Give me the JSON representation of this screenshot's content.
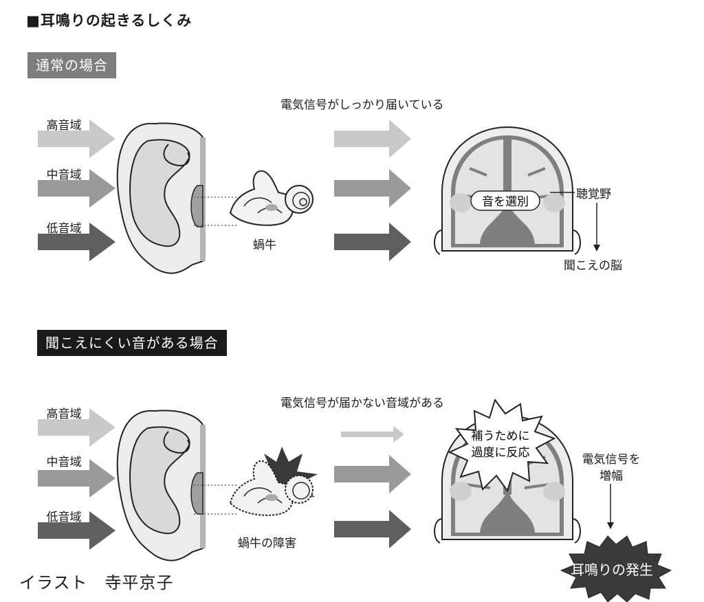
{
  "title": "■耳鳴りの起きるしくみ",
  "sections": {
    "normal": {
      "header": "通常の場合",
      "bands": [
        "高音域",
        "中音域",
        "低音域"
      ],
      "signal_caption": "電気信号がしっかり届いている",
      "cochlea_label": "蝸牛",
      "brain_box": "音を選別",
      "brain_area_label": "聴覚野",
      "brain_label": "聞こえの脳"
    },
    "impaired": {
      "header": "聞こえにくい音がある場合",
      "bands": [
        "高音域",
        "中音域",
        "低音域"
      ],
      "signal_caption": "電気信号が届かない音域がある",
      "cochlea_label": "蝸牛の障害",
      "burst_line1": "補うために",
      "burst_line2": "過度に反応",
      "amplify_line1": "電気信号を",
      "amplify_line2": "増幅",
      "result": "耳鳴りの発生"
    }
  },
  "credit": "イラスト　寺平京子",
  "colors": {
    "high": "#c8c8c8",
    "mid": "#9a9a9a",
    "low": "#5e5e5e",
    "normal_header": "#7d7d7d",
    "impaired_header": "#1a1a1a",
    "ear_fill": "#ececec",
    "brain_fill": "#e8e8e8",
    "brain_inner": "#8a8a8a"
  }
}
